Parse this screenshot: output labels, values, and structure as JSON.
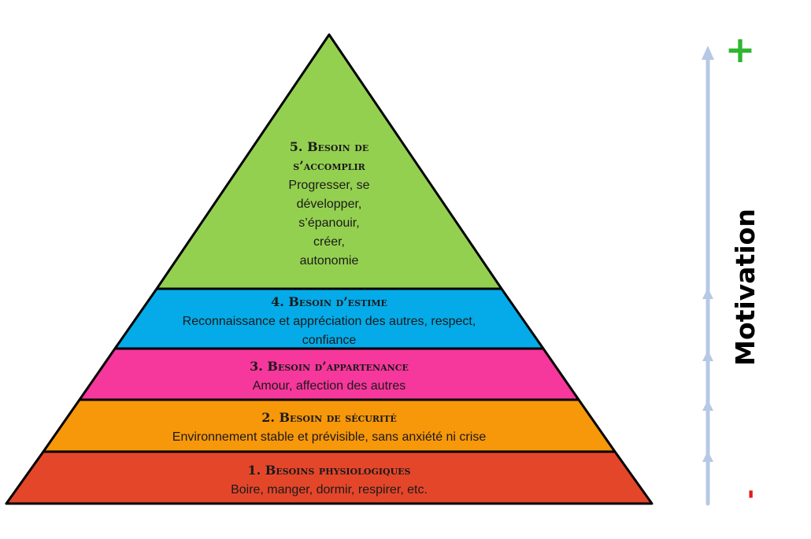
{
  "levels": [
    {
      "title": "1. Besoins physiologiques",
      "desc": [
        "Boire, manger, dormir, respirer, etc."
      ],
      "color": "#e4462a"
    },
    {
      "title": "2. Besoin de sécurité",
      "desc": [
        "Environnement stable et prévisible, sans anxiété ni crise"
      ],
      "color": "#f7970a"
    },
    {
      "title": "3. Besoin d’appartenance",
      "desc": [
        "Amour, affection des autres"
      ],
      "color": "#f6379c"
    },
    {
      "title": "4. Besoin d’estime",
      "desc": [
        "Reconnaissance et appréciation des autres, respect,",
        "confiance"
      ],
      "color": "#04abe8"
    },
    {
      "title_lines": [
        "5. Besoin de",
        "s’accomplir"
      ],
      "desc": [
        "Progresser, se",
        "développer,",
        "s’épanouir,",
        "créer,",
        "autonomie"
      ],
      "color": "#94d050"
    }
  ],
  "axis": {
    "label": "Motivation",
    "plus": "+",
    "minus": "-",
    "plus_color": "#2fb62f",
    "minus_color": "#e01b1b",
    "arrow_color": "#b6c8e4"
  }
}
